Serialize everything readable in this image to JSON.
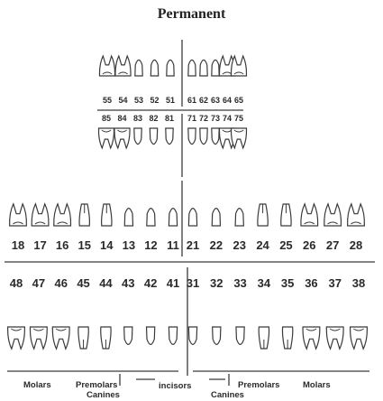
{
  "title": "Permanent",
  "primary": {
    "upper_right": [
      "55",
      "54",
      "53",
      "52",
      "51"
    ],
    "upper_left": [
      "61",
      "62",
      "63",
      "64",
      "65"
    ],
    "lower_right": [
      "85",
      "84",
      "83",
      "82",
      "81"
    ],
    "lower_left": [
      "71",
      "72",
      "73",
      "74",
      "75"
    ]
  },
  "permanent": {
    "upper_right": [
      "18",
      "17",
      "16",
      "15",
      "14",
      "13",
      "12",
      "11"
    ],
    "upper_left": [
      "21",
      "22",
      "23",
      "24",
      "25",
      "26",
      "27",
      "28"
    ],
    "lower_right": [
      "48",
      "47",
      "46",
      "45",
      "44",
      "43",
      "42",
      "41"
    ],
    "lower_left": [
      "31",
      "32",
      "33",
      "34",
      "35",
      "36",
      "37",
      "38"
    ]
  },
  "groups": {
    "molars_right": "Molars",
    "premolars_right": "Premolars",
    "canines_right": "Canines",
    "incisors": "incisors",
    "canines_left": "Canines",
    "premolars_left": "Premolars",
    "molars_left": "Molars"
  }
}
